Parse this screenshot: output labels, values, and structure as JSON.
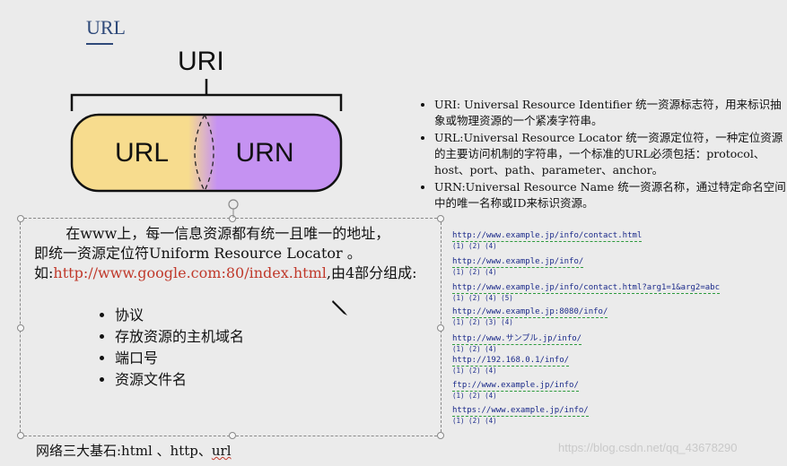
{
  "slide": {
    "title": "URL",
    "diagram": {
      "uri_label": "URI",
      "url_label": "URL",
      "urn_label": "URN",
      "colors": {
        "url": "#f7dc8e",
        "urn": "#c592f2"
      }
    },
    "definitions": [
      "URI: Universal Resource Identifier 统一资源标志符，用来标识抽象或物理资源的一个紧凑字符串。",
      "URL:Universal Resource Locator 统一资源定位符，一种定位资源的主要访问机制的字符串，一个标准的URL必须包括：protocol、host、port、path、parameter、anchor。",
      "URN:Universal Resource Name 统一资源名称，通过特定命名空间中的唯一名称或ID来标识资源。"
    ],
    "paragraph": {
      "line1": "在www上，每一信息资源都有统一且唯一的地址，",
      "line2": "即统一资源定位符Uniform Resource Locator 。",
      "prefix": "如:",
      "example_url": "http://www.google.com:80/index.html",
      "suffix": ",由4部分组成:"
    },
    "parts": [
      "协议",
      "存放资源的主机域名",
      "端口号",
      "资源文件名"
    ],
    "footer": {
      "prefix": "网络三大基石:html 、http、",
      "last": "url"
    },
    "examples": [
      {
        "url": "http://www.example.jp/info/contact.html",
        "nums": "(1)    (2)            (4)"
      },
      {
        "url": "http://www.example.jp/info/",
        "nums": "(1)    (2)            (4)"
      },
      {
        "url": "http://www.example.jp/info/contact.html?arg1=1&arg2=abc",
        "nums": "(1)    (2)            (4)                          (5)"
      },
      {
        "url": "http://www.example.jp:8080/info/",
        "nums": "(1)    (2)            (3)  (4)"
      },
      {
        "url": "http://www.サンプル.jp/info/",
        "nums": "(1)    (2)          (4)"
      },
      {
        "url": "http://192.168.0.1/info/",
        "nums": "(1)    (2)         (4)"
      },
      {
        "url": "ftp://www.example.jp/info/",
        "nums": "(1)   (2)            (4)"
      },
      {
        "url": "https://www.example.jp/info/",
        "nums": "(1)     (2)            (4)"
      }
    ],
    "watermark": "https://blog.csdn.net/qq_43678290"
  }
}
